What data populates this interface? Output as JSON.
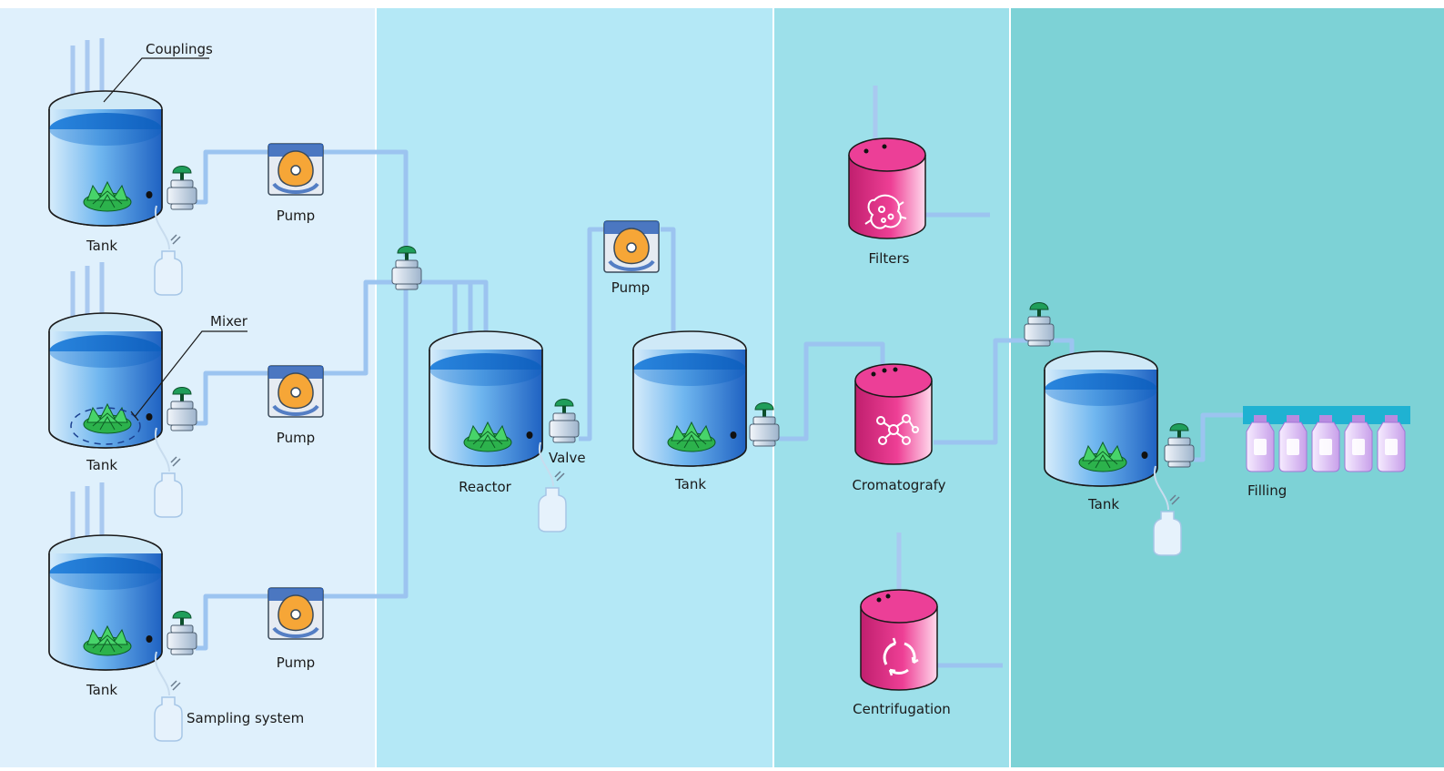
{
  "labels": {
    "couplings": "Couplings",
    "mixer": "Mixer",
    "sampling_system": "Sampling system",
    "tank_1": "Tank",
    "tank_2": "Tank",
    "tank_3": "Tank",
    "pump_1": "Pump",
    "pump_2": "Pump",
    "pump_3": "Pump",
    "pump_4": "Pump",
    "reactor": "Reactor",
    "valve": "Valve",
    "tank_4": "Tank",
    "filters": "Filters",
    "cromatografy": "Cromatografy",
    "centrifugation": "Centrifugation",
    "tank_5": "Tank",
    "filling": "Filling"
  },
  "colors": {
    "zone_1": "#dff0fc",
    "zone_2": "#b4e8f6",
    "zone_3": "#9de0ea",
    "zone_4": "#7dd2d6",
    "pipe": "#9cc4f0",
    "liquid": "#1c7fdc",
    "mixer": "#3ec85a",
    "pump_rotor": "#f6a637",
    "valve_handle": "#1f9e5a",
    "vessel_magenta": "#e8328f",
    "filling_bar": "#1fb2d2",
    "bottle": "#d9b4f0"
  },
  "icons": {
    "filters": "bacteria-icon",
    "cromatografy": "molecule-icon",
    "centrifugation": "recycle-arrows-icon"
  }
}
